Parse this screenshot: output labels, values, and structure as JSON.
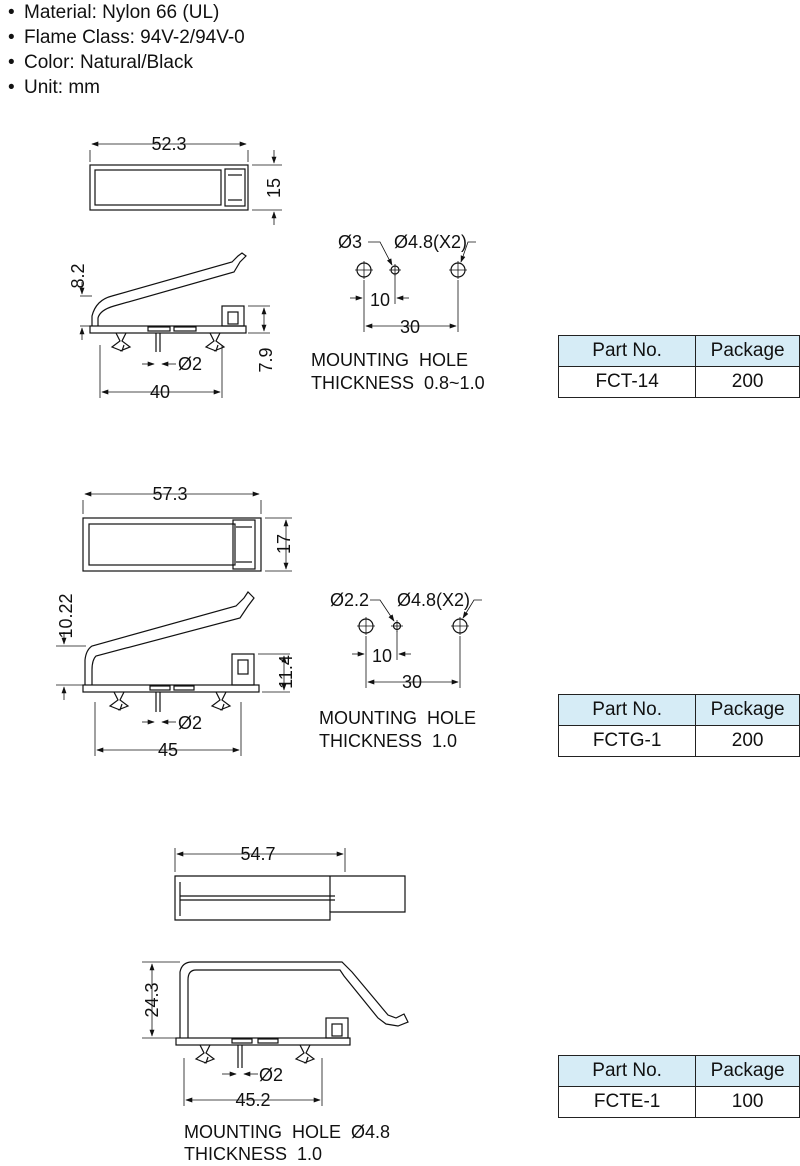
{
  "specs": [
    "Material: Nylon 66 (UL)",
    "Flame Class: 94V-2/94V-0",
    "Color: Natural/Black",
    "Unit: mm"
  ],
  "table_headers": {
    "part": "Part No.",
    "package": "Package"
  },
  "products": [
    {
      "part_no": "FCT-14",
      "package": "200",
      "dims": {
        "length": "52.3",
        "width": "15",
        "height": "8.2",
        "side": "7.9",
        "pin": "Ø2",
        "span": "40"
      },
      "holes": {
        "small": "Ø3",
        "large": "Ø4.8(X2)",
        "pitch": "10",
        "span": "30"
      },
      "note_1": "MOUNTING  HOLE",
      "note_2": "THICKNESS  0.8~1.0"
    },
    {
      "part_no": "FCTG-1",
      "package": "200",
      "dims": {
        "length": "57.3",
        "width": "17",
        "height": "10.22",
        "side": "11.4",
        "pin": "Ø2",
        "span": "45"
      },
      "holes": {
        "small": "Ø2.2",
        "large": "Ø4.8(X2)",
        "pitch": "10",
        "span": "30"
      },
      "note_1": "MOUNTING  HOLE",
      "note_2": "THICKNESS  1.0"
    },
    {
      "part_no": "FCTE-1",
      "package": "100",
      "dims": {
        "length": "54.7",
        "height": "24.3",
        "pin": "Ø2",
        "span": "45.2"
      },
      "note_1": "MOUNTING  HOLE  Ø4.8",
      "note_2": "THICKNESS  1.0"
    }
  ]
}
